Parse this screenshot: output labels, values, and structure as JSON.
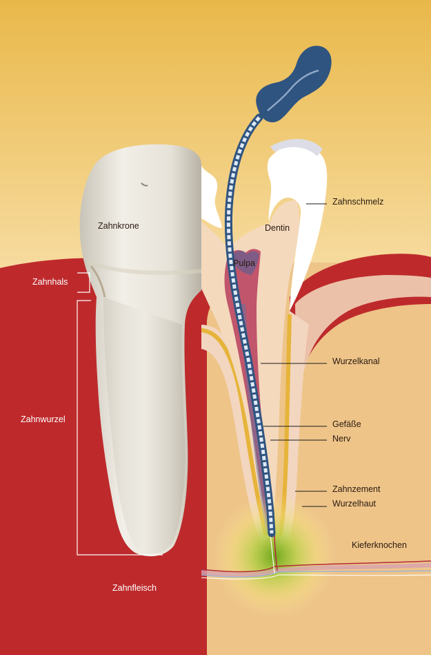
{
  "labels": {
    "zahnkrone": "Zahnkrone",
    "zahnhals": "Zahnhals",
    "zahnwurzel": "Zahnwurzel",
    "zahnfleisch": "Zahnfleisch",
    "dentin": "Dentin",
    "pulpa": "Pulpa",
    "zahnschmelz": "Zahnschmelz",
    "wurzelkanal": "Wurzelkanal",
    "gefaesse": "Gefäße",
    "nerv": "Nerv",
    "zahnzement": "Zahnzement",
    "wurzelhaut": "Wurzelhaut",
    "kieferknochen": "Kieferknochen"
  },
  "colors": {
    "background_top": "#e9b84a",
    "background_bottom": "#fbecc8",
    "gum": "#be2a2c",
    "bone": "#eec489",
    "enamel": "#ffffff",
    "dentin": "#f4d9bd",
    "pulp": "#c0556b",
    "cementum": "#e6b43a",
    "instrument": "#2f5480"
  }
}
